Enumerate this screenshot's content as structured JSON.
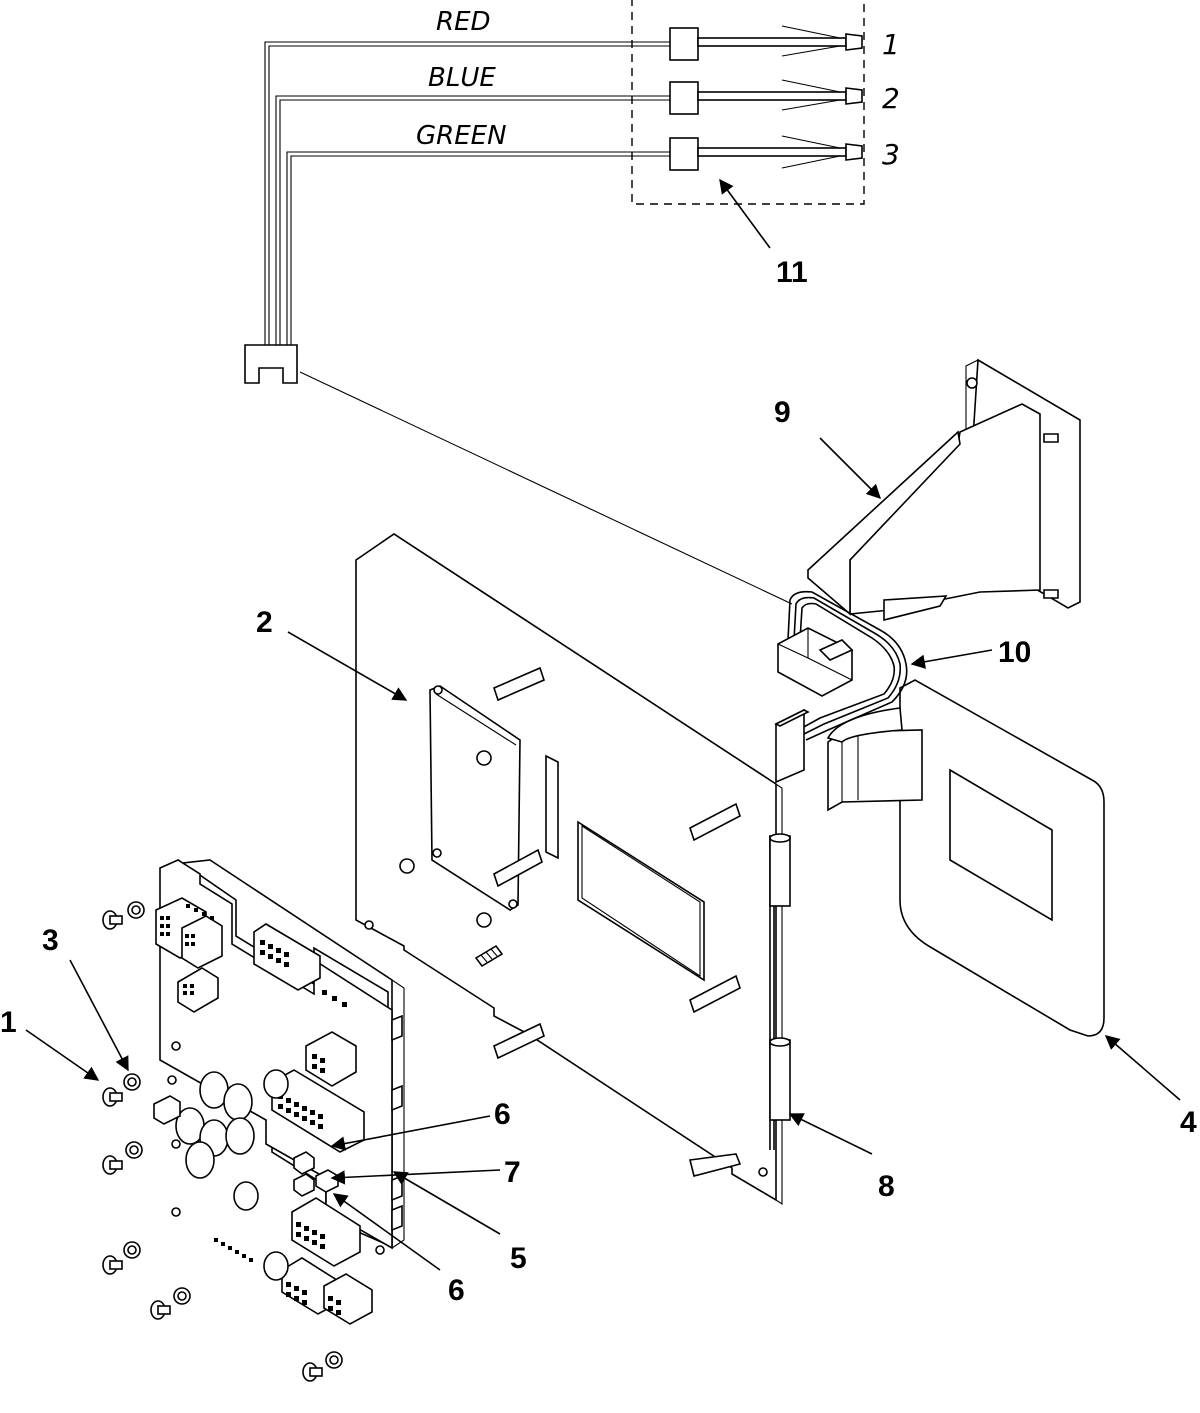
{
  "wires": [
    {
      "color_label": "RED",
      "pin": "1"
    },
    {
      "color_label": "BLUE",
      "pin": "2"
    },
    {
      "color_label": "GREEN",
      "pin": "3"
    }
  ],
  "callouts": {
    "c1": "1",
    "c2": "2",
    "c3": "3",
    "c4": "4",
    "c5": "5",
    "c6a": "6",
    "c6b": "6",
    "c7": "7",
    "c8": "8",
    "c9": "9",
    "c10": "10",
    "c11": "11"
  }
}
